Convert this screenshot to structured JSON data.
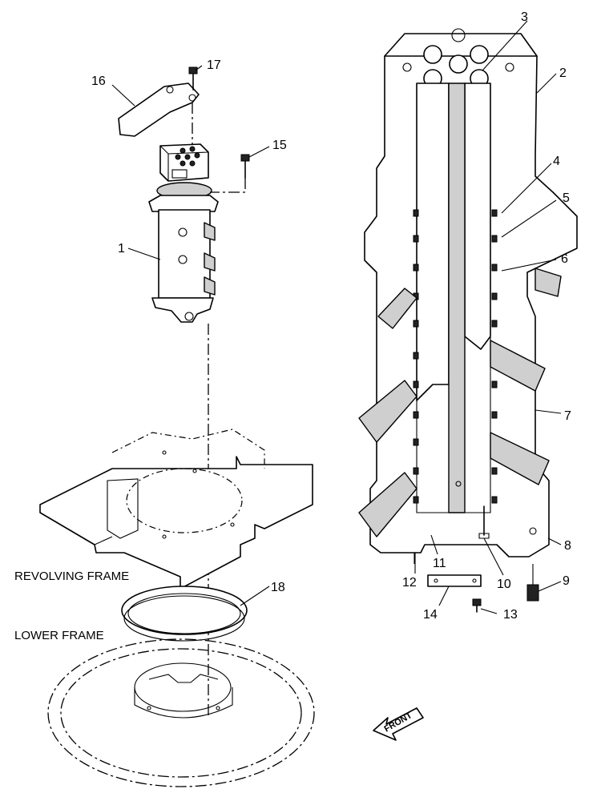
{
  "part_numbers": [
    "1",
    "2",
    "3",
    "4",
    "5",
    "6",
    "7",
    "8",
    "9",
    "10",
    "11",
    "12",
    "13",
    "14",
    "15",
    "16",
    "17",
    "18"
  ],
  "labels": {
    "revolving_frame": "REVOLVING FRAME",
    "lower_frame": "LOWER FRAME",
    "front": "FRONT"
  }
}
